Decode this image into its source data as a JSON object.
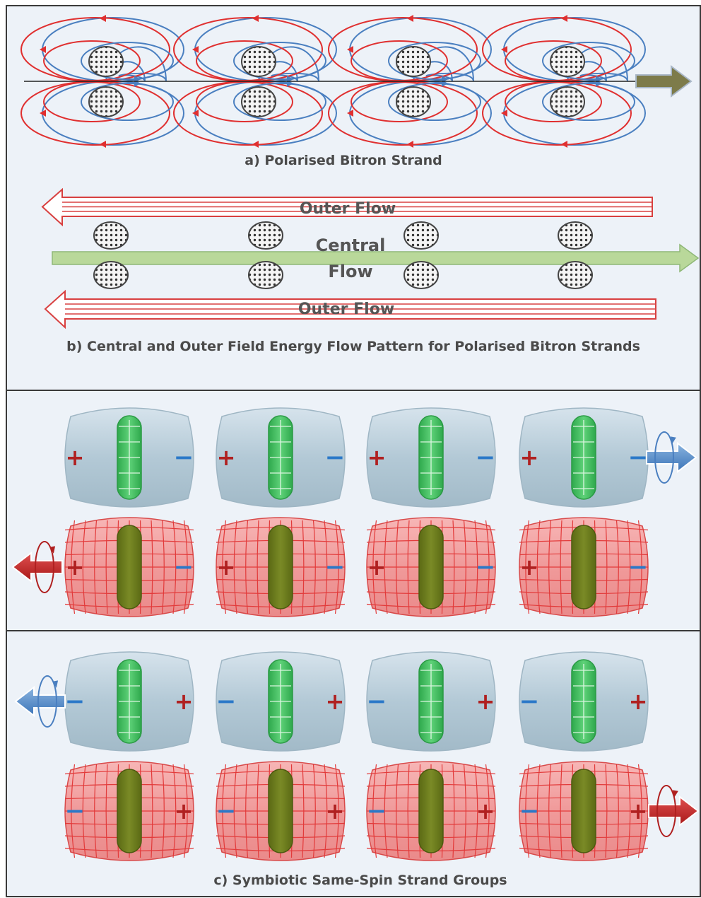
{
  "captions": {
    "a": "a) Polarised Bitron Strand",
    "b": "b) Central and Outer Field Energy Flow Pattern for Polarised Bitron Strands",
    "c": "c) Symbiotic Same-Spin Strand Groups"
  },
  "flows": {
    "outer_top": "Outer Flow",
    "central_line1": "Central",
    "central_line2": "Flow",
    "outer_bottom": "Outer Flow"
  },
  "signs": {
    "plus": "+",
    "minus": "−"
  },
  "colors": {
    "panel_bg": "#edf2f8",
    "border": "#3a3a3a",
    "field_red": "#e03030",
    "field_blue": "#4a7fc0",
    "outer_arrow": "#d84040",
    "central_arrow": "#b9d89a",
    "blue_body": "#b9cfdc",
    "red_body": "#f2a0a0",
    "green_core": "#3cb85a",
    "olive_core": "#6a7a20",
    "plus_sign": "#b02020",
    "minus_sign": "#2a78c8"
  }
}
